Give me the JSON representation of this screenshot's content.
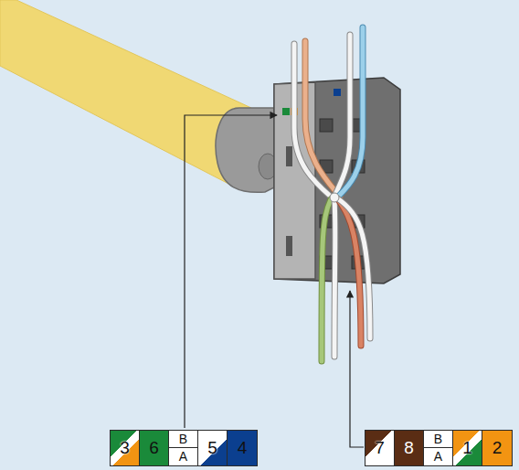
{
  "diagram": {
    "nodes": [
      {
        "text": [
          "3",
          "6",
          "B",
          "A",
          "5",
          "4"
        ]
      },
      {
        "text": [
          "7",
          "8",
          "B",
          "A",
          "1",
          "2"
        ]
      }
    ]
  }
}
